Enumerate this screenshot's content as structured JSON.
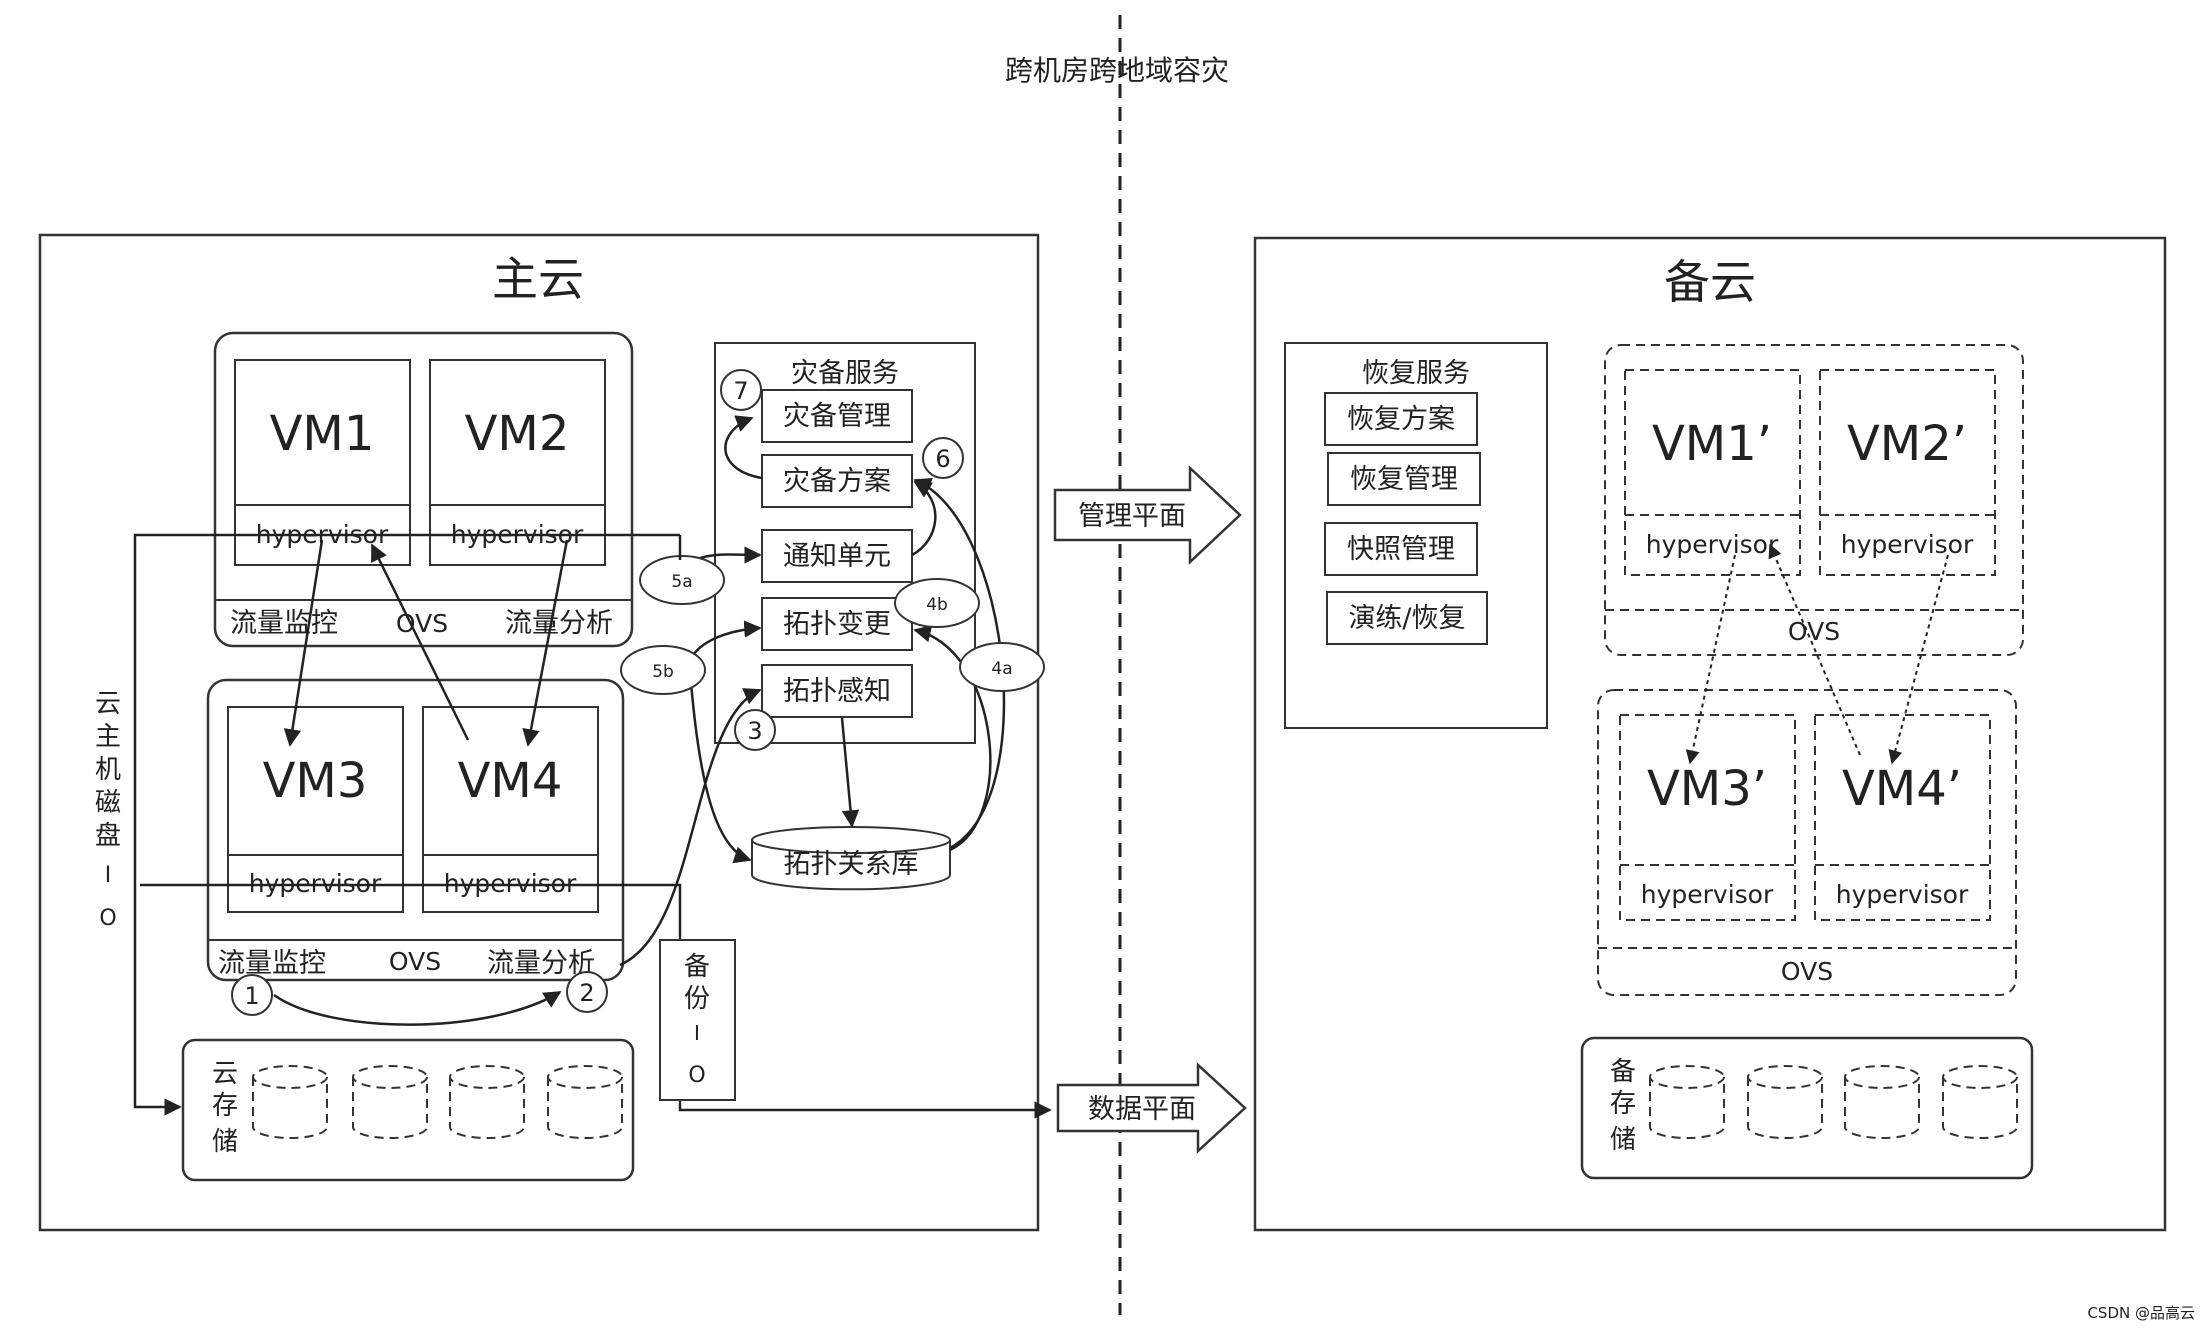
{
  "title": "跨机房跨地域容灾",
  "primary": {
    "title": "主云",
    "host1": {
      "vms": [
        "VM1",
        "VM2"
      ],
      "hypervisors": [
        "hypervisor",
        "hypervisor"
      ],
      "bar": [
        "流量监控",
        "OVS",
        "流量分析"
      ]
    },
    "host2": {
      "vms": [
        "VM3",
        "VM4"
      ],
      "hypervisors": [
        "hypervisor",
        "hypervisor"
      ],
      "bar": [
        "流量监控",
        "OVS",
        "流量分析"
      ]
    },
    "dr_service": {
      "title": "灾备服务",
      "items": [
        "灾备管理",
        "灾备方案",
        "通知单元",
        "拓扑变更",
        "拓扑感知"
      ]
    },
    "topology_db": "拓扑关系库",
    "disk_io_label": [
      "云",
      "主",
      "机",
      "磁",
      "盘",
      "I",
      "O"
    ],
    "backup_io_label": [
      "备",
      "份",
      "I",
      "O"
    ],
    "cloud_storage_label": [
      "云",
      "存",
      "储"
    ],
    "steps": [
      "1",
      "2",
      "3",
      "4a",
      "4b",
      "5a",
      "5b",
      "6",
      "7"
    ]
  },
  "planes": {
    "management": "管理平面",
    "data": "数据平面"
  },
  "standby": {
    "title": "备云",
    "recovery_service": {
      "title": "恢复服务",
      "items": [
        "恢复方案",
        "恢复管理",
        "快照管理",
        "演练/恢复"
      ]
    },
    "host1": {
      "vms": [
        "VM1’",
        "VM2’"
      ],
      "hypervisors": [
        "hypervisor",
        "hypervisor"
      ],
      "ovs": "OVS"
    },
    "host2": {
      "vms": [
        "VM3’",
        "VM4’"
      ],
      "hypervisors": [
        "hypervisor",
        "hypervisor"
      ],
      "ovs": "OVS"
    },
    "storage_label": [
      "备",
      "存",
      "储"
    ]
  },
  "watermark": "CSDN @品高云"
}
